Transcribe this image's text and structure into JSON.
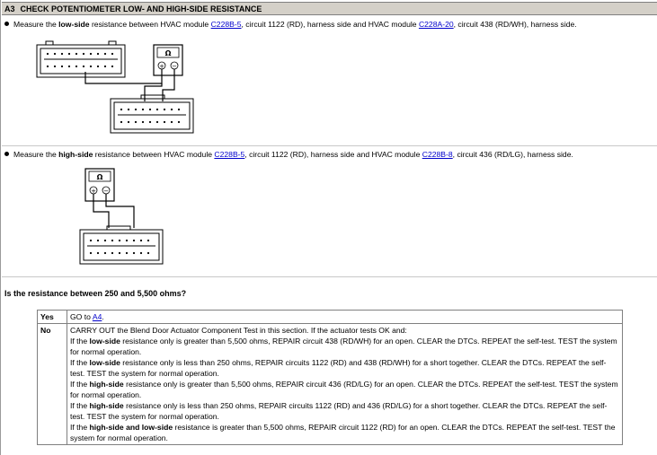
{
  "title": {
    "code": "A3",
    "text": "CHECK POTENTIOMETER LOW- AND HIGH-SIDE RESISTANCE"
  },
  "steps": [
    {
      "pre": "Measure the ",
      "bold": "low-side",
      "mid1": " resistance between HVAC module ",
      "link1": "C228B-5",
      "mid2": ", circuit 1122 (RD), harness side and HVAC module ",
      "link2": "C228A-20",
      "post": ", circuit 438 (RD/WH), harness side."
    },
    {
      "pre": "Measure the ",
      "bold": "high-side",
      "mid1": " resistance between HVAC module ",
      "link1": "C228B-5",
      "mid2": ", circuit 1122 (RD), harness side and HVAC module ",
      "link2": "C228B-8",
      "post": ", circuit 436 (RD/LG), harness side."
    }
  ],
  "meter": {
    "symbol": "Ω",
    "plus": "+",
    "minus": "−"
  },
  "question": "Is the resistance between 250 and 5,500 ohms?",
  "answers": {
    "yes": {
      "key": "Yes",
      "pre": "GO to ",
      "link": "A4",
      "post": "."
    },
    "no": {
      "key": "No",
      "intro": "CARRY OUT the Blend Door Actuator Component Test in this section. If the actuator tests OK and:",
      "lines": [
        {
          "pre": "If the ",
          "bold": "low-side",
          "post": " resistance only is greater than 5,500 ohms, REPAIR circuit 438 (RD/WH) for an open. CLEAR the DTCs. REPEAT the self-test. TEST the system for normal operation."
        },
        {
          "pre": "If the ",
          "bold": "low-side",
          "post": " resistance only is less than 250 ohms, REPAIR circuits 1122 (RD) and 438 (RD/WH) for a short together. CLEAR the DTCs. REPEAT the self-test. TEST the system for normal operation."
        },
        {
          "pre": "If the ",
          "bold": "high-side",
          "post": " resistance only is greater than 5,500 ohms, REPAIR circuit 436 (RD/LG) for an open. CLEAR the DTCs. REPEAT the self-test. TEST the system for normal operation."
        },
        {
          "pre": "If the ",
          "bold": "high-side",
          "post": " resistance only is less than 250 ohms, REPAIR circuits 1122 (RD) and 436 (RD/LG) for a short together. CLEAR the DTCs. REPEAT the self-test. TEST the system for normal operation."
        },
        {
          "pre": "If the ",
          "bold": "high-side and low-side",
          "post": " resistance is greater than 5,500 ohms, REPAIR circuit 1122 (RD) for an open. CLEAR the DTCs. REPEAT the self-test. TEST the system for normal operation."
        }
      ]
    }
  }
}
